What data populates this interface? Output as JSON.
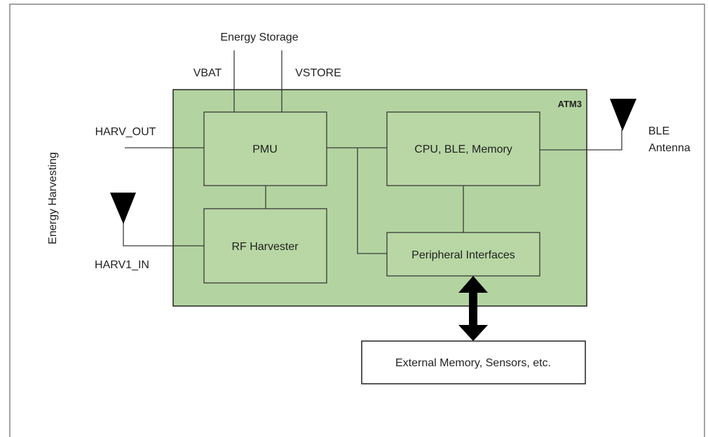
{
  "diagram": {
    "chip_label": "ATM3",
    "blocks": {
      "pmu": "PMU",
      "rf_harvester": "RF Harvester",
      "cpu": "CPU, BLE, Memory",
      "peripheral": "Peripheral Interfaces",
      "external": "External Memory, Sensors, etc."
    },
    "labels": {
      "energy_storage": "Energy Storage",
      "vbat": "VBAT",
      "vstore": "VSTORE",
      "harv_out": "HARV_OUT",
      "harv1_in": "HARV1_IN",
      "energy_harvesting": "Energy Harvesting",
      "ble_line1": "BLE",
      "ble_line2": "Antenna"
    },
    "colors": {
      "chip_fill": "#b3d4a0",
      "block_fill": "#b8d7a4",
      "external_fill": "#ffffff",
      "line": "#3a3a3a",
      "arrow": "#000000",
      "border": "#666666"
    }
  }
}
